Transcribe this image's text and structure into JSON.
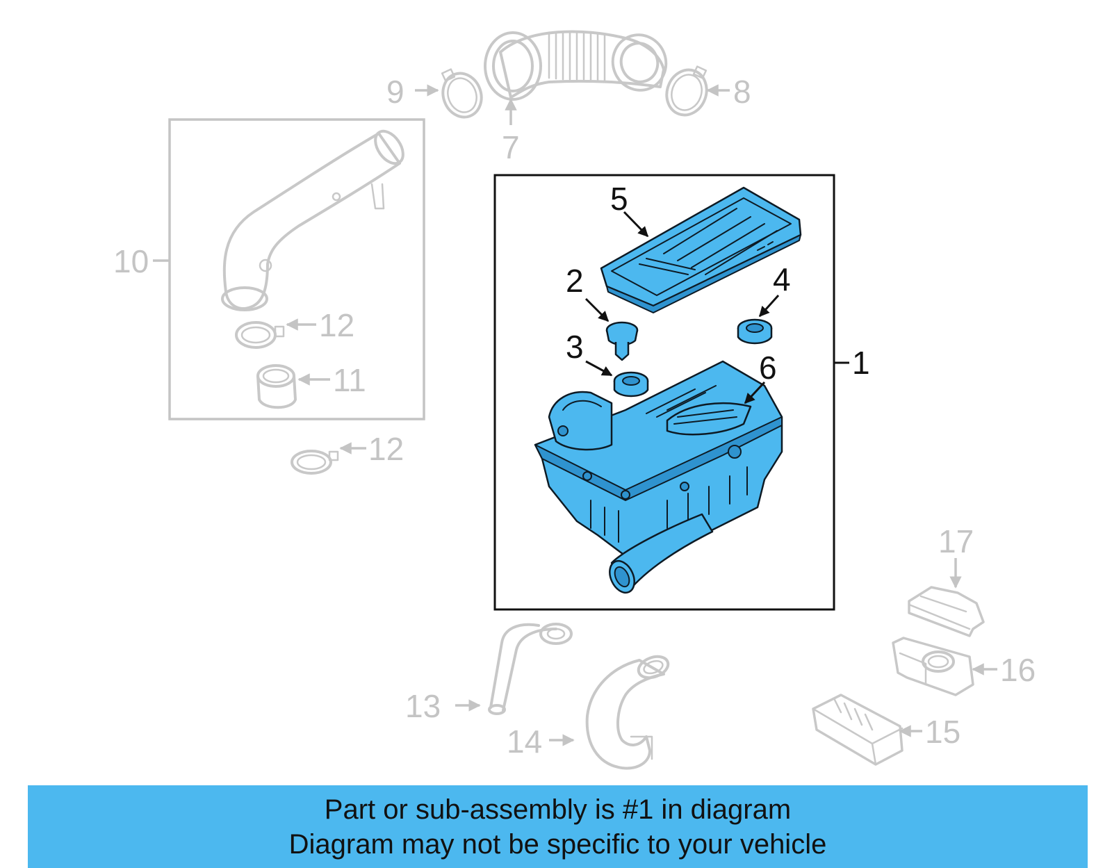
{
  "callouts": {
    "c1": "1",
    "c2": "2",
    "c3": "3",
    "c4": "4",
    "c5": "5",
    "c6": "6",
    "c7": "7",
    "c8": "8",
    "c9": "9",
    "c10": "10",
    "c11": "11",
    "c12a": "12",
    "c12b": "12",
    "c13": "13",
    "c14": "14",
    "c15": "15",
    "c16": "16",
    "c17": "17"
  },
  "footer": {
    "line1": "Part or sub-assembly is #1 in diagram",
    "line2": "Diagram may not be specific to your vehicle"
  },
  "colors": {
    "highlight": "#4cb8ef",
    "ghost_parts": "#c8c8c8",
    "outline": "#0d1a24"
  }
}
